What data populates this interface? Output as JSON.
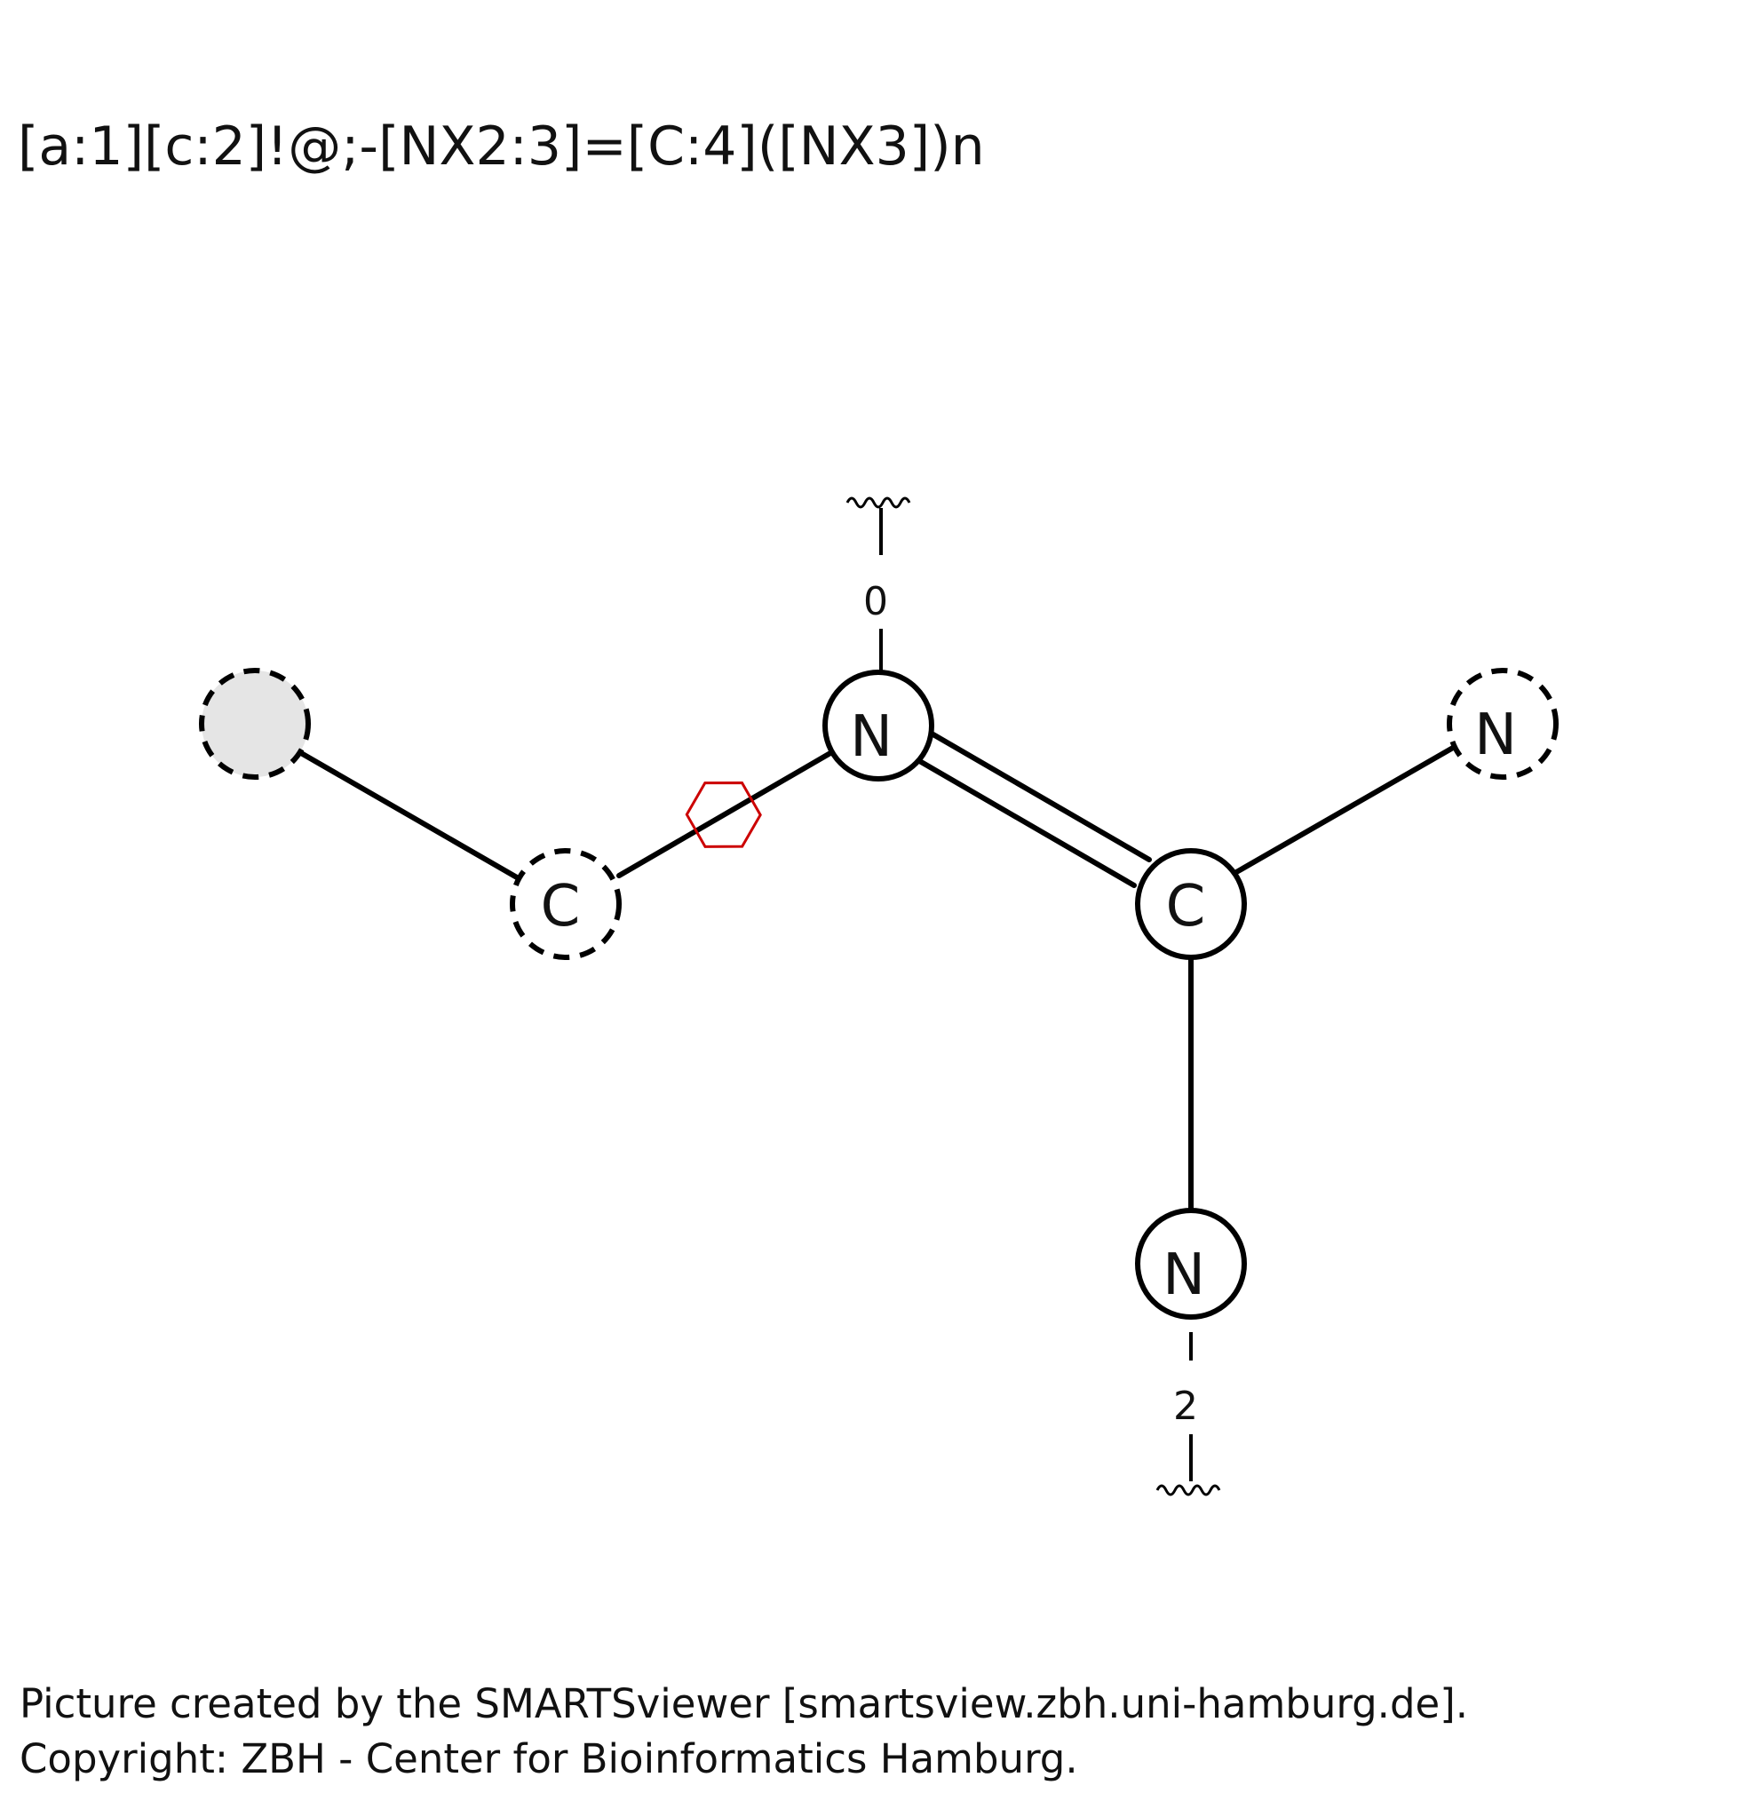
{
  "smarts": "[a:1][c:2]!@;-[NX2:3]=[C:4]([NX3])n",
  "atoms": [
    {
      "id": "a1",
      "label": "",
      "kind": "any-aromatic",
      "dashed": true,
      "fill": "#e5e5e5"
    },
    {
      "id": "a2",
      "label": "C",
      "kind": "aromatic-carbon",
      "dashed": true
    },
    {
      "id": "a3",
      "label": "N",
      "kind": "nitrogen",
      "dashed": false
    },
    {
      "id": "a4",
      "label": "C",
      "kind": "carbon",
      "dashed": false
    },
    {
      "id": "a5",
      "label": "N",
      "kind": "nitrogen",
      "dashed": true
    },
    {
      "id": "a6",
      "label": "N",
      "kind": "nitrogen",
      "dashed": false
    }
  ],
  "bonds": [
    {
      "from": "a1",
      "to": "a2",
      "order": "single"
    },
    {
      "from": "a2",
      "to": "a3",
      "order": "single",
      "annotation": "non-ring-bond"
    },
    {
      "from": "a3",
      "to": "a4",
      "order": "double"
    },
    {
      "from": "a4",
      "to": "a5",
      "order": "single"
    },
    {
      "from": "a4",
      "to": "a6",
      "order": "single"
    }
  ],
  "substituent_counts": [
    {
      "atom": "a3",
      "count": "0"
    },
    {
      "atom": "a6",
      "count": "2"
    }
  ],
  "colors": {
    "bond": "#000000",
    "ring_marker": "#cc0000",
    "any_atom_fill": "#e5e5e5"
  },
  "footer": {
    "line1": "Picture created by the SMARTSviewer [smartsview.zbh.uni-hamburg.de].",
    "line2": "Copyright: ZBH - Center for Bioinformatics Hamburg."
  }
}
